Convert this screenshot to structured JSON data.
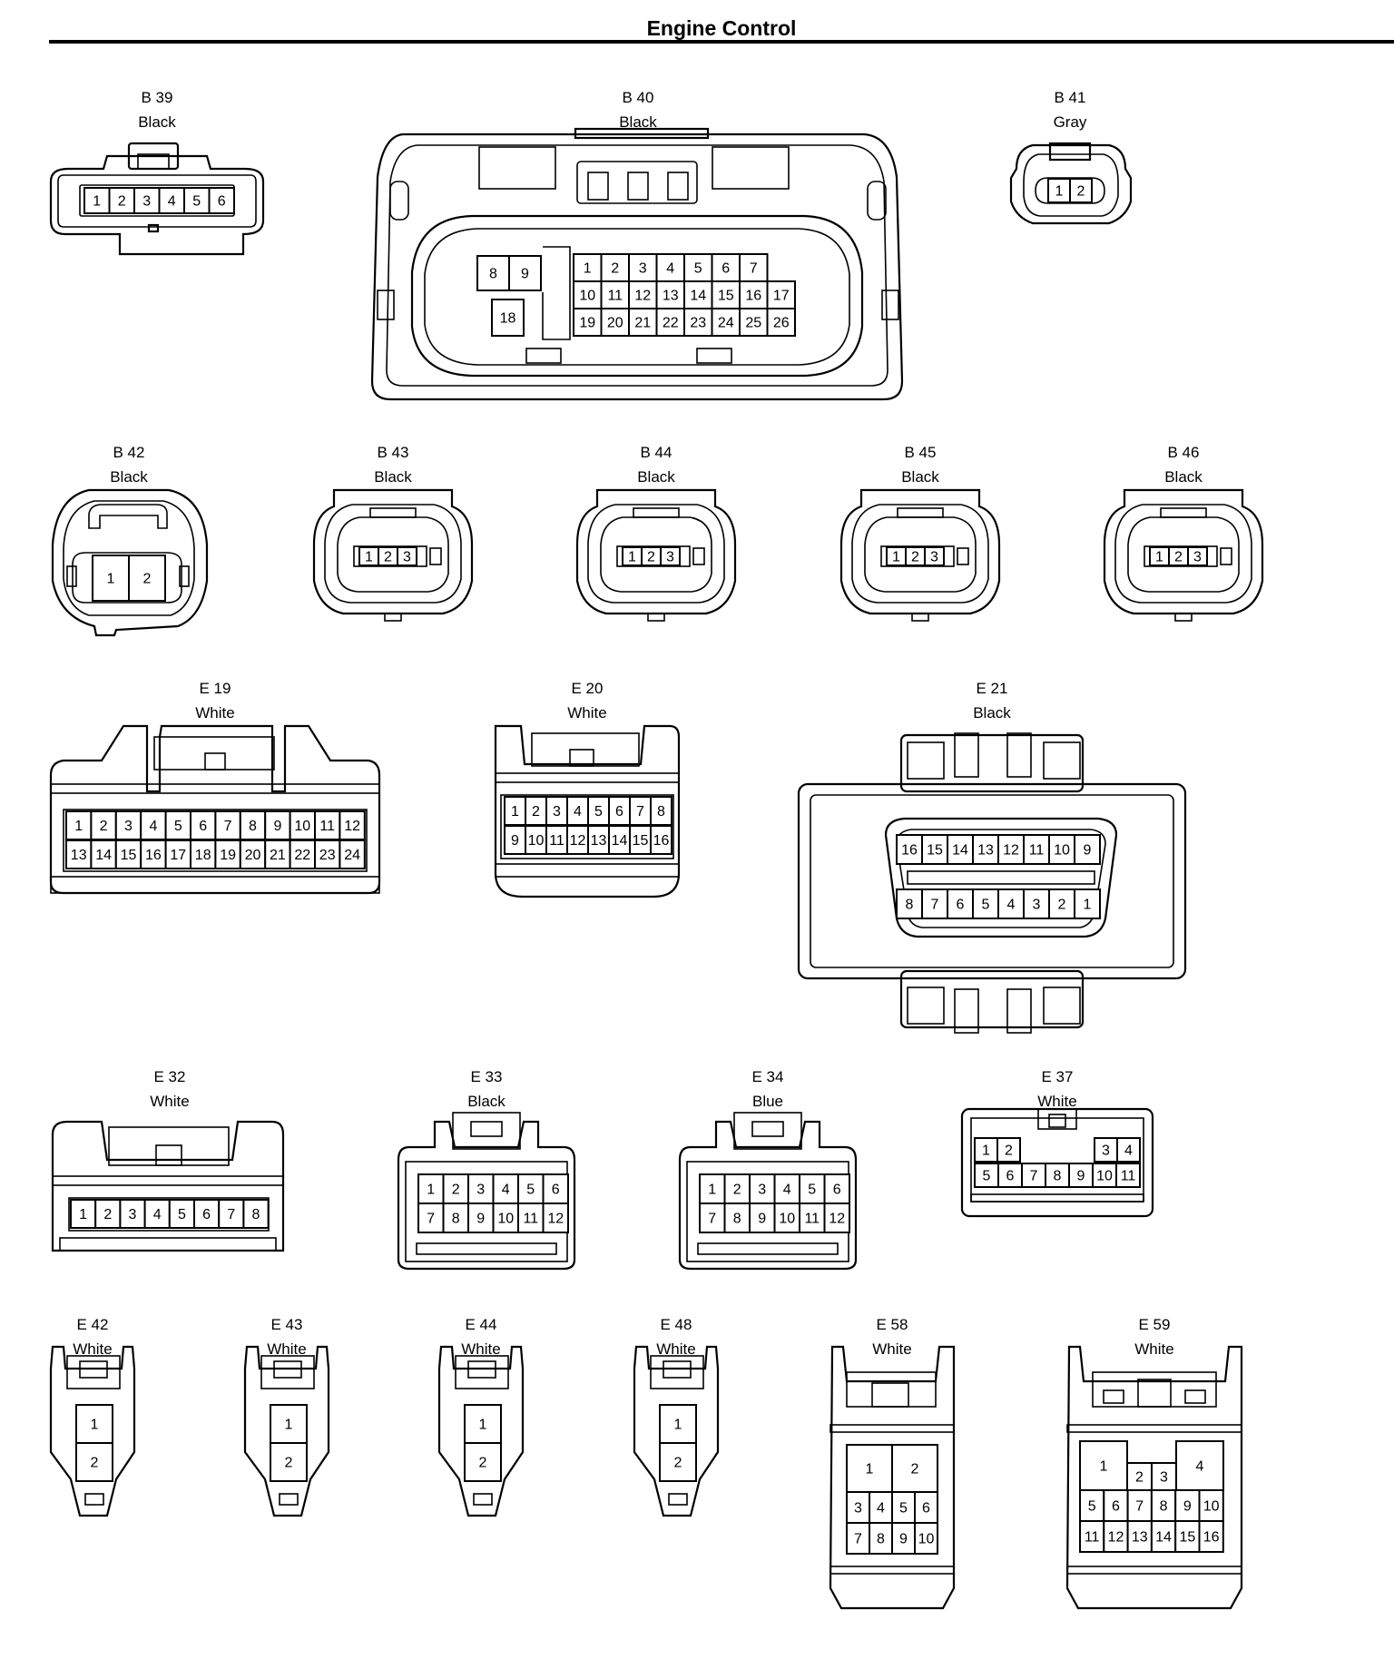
{
  "page_title": "Engine Control",
  "connectors": [
    {
      "id": "B 39",
      "color": "Black",
      "pins": [
        "1",
        "2",
        "3",
        "4",
        "5",
        "6"
      ]
    },
    {
      "id": "B 40",
      "color": "Black",
      "pins": [
        "1",
        "2",
        "3",
        "4",
        "5",
        "6",
        "7",
        "8",
        "9",
        "10",
        "11",
        "12",
        "13",
        "14",
        "15",
        "16",
        "17",
        "18",
        "19",
        "20",
        "21",
        "22",
        "23",
        "24",
        "25",
        "26"
      ]
    },
    {
      "id": "B 41",
      "color": "Gray",
      "pins": [
        "1",
        "2"
      ]
    },
    {
      "id": "B 42",
      "color": "Black",
      "pins": [
        "1",
        "2"
      ]
    },
    {
      "id": "B 43",
      "color": "Black",
      "pins": [
        "1",
        "2",
        "3"
      ]
    },
    {
      "id": "B 44",
      "color": "Black",
      "pins": [
        "1",
        "2",
        "3"
      ]
    },
    {
      "id": "B 45",
      "color": "Black",
      "pins": [
        "1",
        "2",
        "3"
      ]
    },
    {
      "id": "B 46",
      "color": "Black",
      "pins": [
        "1",
        "2",
        "3"
      ]
    },
    {
      "id": "E 19",
      "color": "White",
      "pins": [
        "1",
        "2",
        "3",
        "4",
        "5",
        "6",
        "7",
        "8",
        "9",
        "10",
        "11",
        "12",
        "13",
        "14",
        "15",
        "16",
        "17",
        "18",
        "19",
        "20",
        "21",
        "22",
        "23",
        "24"
      ]
    },
    {
      "id": "E 20",
      "color": "White",
      "pins": [
        "1",
        "2",
        "3",
        "4",
        "5",
        "6",
        "7",
        "8",
        "9",
        "10",
        "11",
        "12",
        "13",
        "14",
        "15",
        "16"
      ]
    },
    {
      "id": "E 21",
      "color": "Black",
      "pins": [
        "16",
        "15",
        "14",
        "13",
        "12",
        "11",
        "10",
        "9",
        "8",
        "7",
        "6",
        "5",
        "4",
        "3",
        "2",
        "1"
      ]
    },
    {
      "id": "E 32",
      "color": "White",
      "pins": [
        "1",
        "2",
        "3",
        "4",
        "5",
        "6",
        "7",
        "8"
      ]
    },
    {
      "id": "E 33",
      "color": "Black",
      "pins": [
        "1",
        "2",
        "3",
        "4",
        "5",
        "6",
        "7",
        "8",
        "9",
        "10",
        "11",
        "12"
      ]
    },
    {
      "id": "E 34",
      "color": "Blue",
      "pins": [
        "1",
        "2",
        "3",
        "4",
        "5",
        "6",
        "7",
        "8",
        "9",
        "10",
        "11",
        "12"
      ]
    },
    {
      "id": "E 37",
      "color": "White",
      "pins": [
        "1",
        "2",
        "3",
        "4",
        "5",
        "6",
        "7",
        "8",
        "9",
        "10",
        "11"
      ]
    },
    {
      "id": "E 42",
      "color": "White",
      "pins": [
        "1",
        "2"
      ]
    },
    {
      "id": "E 43",
      "color": "White",
      "pins": [
        "1",
        "2"
      ]
    },
    {
      "id": "E 44",
      "color": "White",
      "pins": [
        "1",
        "2"
      ]
    },
    {
      "id": "E 48",
      "color": "White",
      "pins": [
        "1",
        "2"
      ]
    },
    {
      "id": "E 58",
      "color": "White",
      "pins": [
        "1",
        "2",
        "3",
        "4",
        "5",
        "6",
        "7",
        "8",
        "9",
        "10"
      ]
    },
    {
      "id": "E 59",
      "color": "White",
      "pins": [
        "1",
        "2",
        "3",
        "4",
        "5",
        "6",
        "7",
        "8",
        "9",
        "10",
        "11",
        "12",
        "13",
        "14",
        "15",
        "16"
      ]
    }
  ]
}
